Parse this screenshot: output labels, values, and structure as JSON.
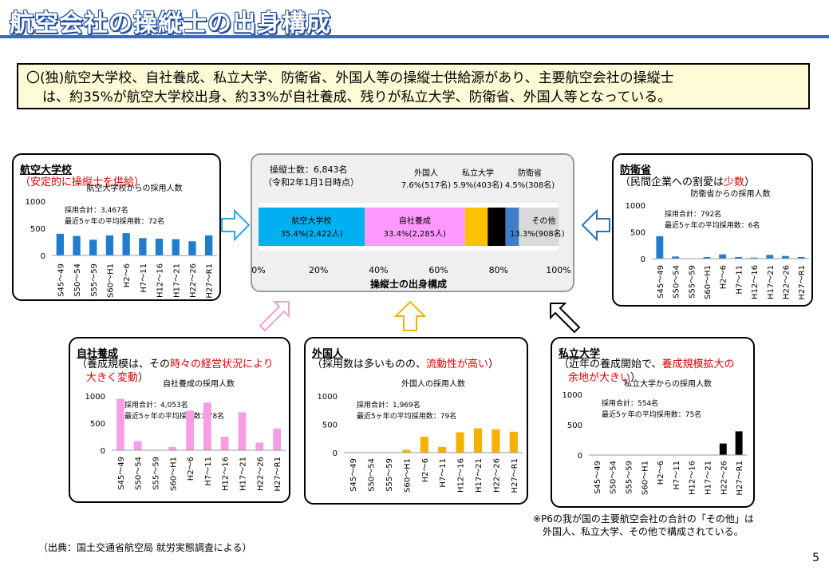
{
  "page": {
    "title": "航空会社の操縦士の出身構成",
    "summary_line1": "〇(独)航空大学校、自社養成、私立大学、防衛省、外国人等の操縦士供給源があり、主要航空会社の操縦士",
    "summary_line2": "は、約35%が航空大学校出身、約33%が自社養成、残りが私立大学、防衛省、外国人等となっている。",
    "source": "（出典：国土交通省航空局 就労実態調査による）",
    "note_line1": "※P6の我が国の主要航空会社の合計の「その他」は",
    "note_line2": "外国人、私立大学、その他で構成されている。",
    "page_number": "5"
  },
  "boxes": {
    "koku": {
      "title": "航空大学校",
      "sub_line1": "（安定的に操縦士を供給）",
      "border_color": "#29abe2"
    },
    "jisha": {
      "title": "自社養成",
      "sub_prefix": "（養成規模は、その",
      "sub_red1": "時々の経営状況により",
      "sub_red2": "大きく変動",
      "sub_suffix": "）",
      "border_color": "#f5a0c8"
    },
    "gaikoku": {
      "title": "外国人",
      "sub_prefix": "（採用数は多いものの、",
      "sub_red": "流動性が高い",
      "sub_suffix": "）",
      "border_color": "#f0b400"
    },
    "shiritsu": {
      "title": "私立大学",
      "sub_prefix": "（近年の養成開始で、",
      "sub_red1": "養成規模拡大の",
      "sub_red2": "余地が大きい",
      "sub_suffix": "）",
      "border_color": "#000000"
    },
    "boei": {
      "title": "防衛省",
      "sub_prefix": "（民間企業への割愛は",
      "sub_red": "少数",
      "sub_suffix": "）",
      "border_color": "#2e6fb5"
    }
  },
  "chart_data": [
    {
      "id": "koku",
      "type": "bar",
      "title": "航空大学校からの採用人数",
      "categories": [
        "S45～49",
        "S50～54",
        "S55～59",
        "S60～H1",
        "H2～6",
        "H7～11",
        "H12～16",
        "H17～21",
        "H22～26",
        "H27～R1"
      ],
      "values": [
        400,
        360,
        290,
        370,
        410,
        320,
        310,
        300,
        260,
        370
      ],
      "ylim": [
        0,
        1000
      ],
      "yticks": [
        "0",
        "500",
        "1000"
      ],
      "color": "#1f7ccf",
      "annot1": "採用合計：3,467名",
      "annot2": "最近5ヶ年の平均採用数：72名"
    },
    {
      "id": "boei",
      "type": "bar",
      "title": "防衛省からの採用人数",
      "categories": [
        "S45～49",
        "S50～54",
        "S55～59",
        "S60～H1",
        "H2～6",
        "H7～11",
        "H12～16",
        "H17～21",
        "H22～26",
        "H27～R1"
      ],
      "values": [
        420,
        40,
        0,
        30,
        80,
        30,
        20,
        70,
        50,
        30
      ],
      "ylim": [
        0,
        1000
      ],
      "yticks": [
        "0",
        "500",
        "1000"
      ],
      "color": "#1f7ccf",
      "annot1": "採用合計：792名",
      "annot2": "最近5ヶ年の平均採用数：6名"
    },
    {
      "id": "jisha",
      "type": "bar",
      "title": "自社養成の採用人数",
      "categories": [
        "S45～49",
        "S50～54",
        "S55～59",
        "S60～H1",
        "H2～6",
        "H7～11",
        "H12～16",
        "H17～21",
        "H22～26",
        "H27～R1"
      ],
      "values": [
        950,
        170,
        0,
        60,
        730,
        880,
        250,
        700,
        140,
        400
      ],
      "ylim": [
        0,
        1000
      ],
      "yticks": [
        "0",
        "500",
        "1000"
      ],
      "color": "#f59ee6",
      "annot1": "採用合計：4,053名",
      "annot2": "最近5ヶ年の平均採用数：78名"
    },
    {
      "id": "gaikoku",
      "type": "bar",
      "title": "外国人の採用人数",
      "categories": [
        "S45～49",
        "S50～54",
        "S55～59",
        "S60～H1",
        "H2～6",
        "H7～11",
        "H12～16",
        "H17～21",
        "H22～26",
        "H27～R1"
      ],
      "values": [
        0,
        0,
        0,
        50,
        280,
        100,
        360,
        430,
        410,
        370
      ],
      "ylim": [
        0,
        1000
      ],
      "yticks": [
        "0",
        "500",
        "1000"
      ],
      "color": "#f5b000",
      "annot1": "採用合計：1,969名",
      "annot2": "最近5ヶ年の平均採用数：79名"
    },
    {
      "id": "shiritsu",
      "type": "bar",
      "title": "私立大学からの採用人数",
      "categories": [
        "S45～49",
        "S50～54",
        "S55～59",
        "S60～H1",
        "H2～6",
        "H7～11",
        "H12～16",
        "H17～21",
        "H22～26",
        "H27～R1"
      ],
      "values": [
        0,
        0,
        0,
        0,
        0,
        0,
        0,
        0,
        190,
        390
      ],
      "ylim": [
        0,
        1000
      ],
      "yticks": [
        "0",
        "500",
        "1000"
      ],
      "color": "#000000",
      "annot1": "採用合計：554名",
      "annot2": "最近5ヶ年の平均採用数：75名"
    },
    {
      "id": "composition",
      "type": "bar",
      "orientation": "stacked-horizontal",
      "title": "操縦士の出身構成",
      "header_line1": "操縦士数：6,843名",
      "header_line2": "（令和2年1月1日時点）",
      "segments": [
        {
          "name": "航空大学校",
          "value": 35.4,
          "label": "35.4%(2,422人)",
          "color": "#00b0f0"
        },
        {
          "name": "自社養成",
          "value": 33.4,
          "label": "33.4%(2,285人)",
          "color": "#ff99ff"
        },
        {
          "name": "外国人",
          "value": 7.6,
          "label": "7.6%(517名)",
          "color": "#ffc000"
        },
        {
          "name": "私立大学",
          "value": 5.9,
          "label": "5.9%(403名)",
          "color": "#000000"
        },
        {
          "name": "防衛省",
          "value": 4.5,
          "label": "4.5%(308名)",
          "color": "#3f7fc9"
        },
        {
          "name": "その他",
          "value": 13.3,
          "label": "13.3%(908名)",
          "color": "#d9d9d9"
        }
      ],
      "xticks": [
        "0%",
        "20%",
        "40%",
        "60%",
        "80%",
        "100%"
      ],
      "xlim": [
        0,
        100
      ]
    }
  ]
}
